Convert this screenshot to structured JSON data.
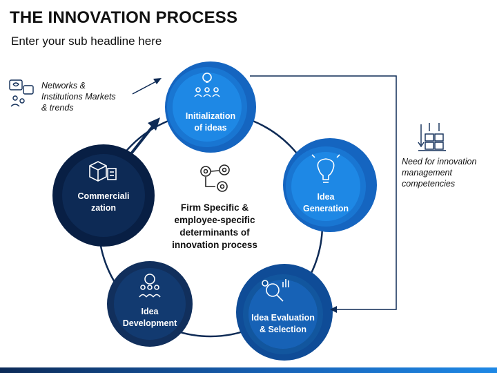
{
  "header": {
    "title": "THE INNOVATION PROCESS",
    "subtitle": "Enter your sub headline here"
  },
  "nodes": [
    {
      "id": "initialization",
      "line1": "Initialization",
      "line2": "of ideas",
      "icon": "team-idea-icon"
    },
    {
      "id": "generation",
      "line1": "Idea",
      "line2": "Generation",
      "icon": "brain-bulb-icon"
    },
    {
      "id": "evaluation",
      "line1": "Idea Evaluation",
      "line2": "& Selection",
      "icon": "magnifier-gear-icon"
    },
    {
      "id": "development",
      "line1": "Idea",
      "line2": "Development",
      "icon": "team-gear-icon"
    },
    {
      "id": "commercialization",
      "line1": "Commerciali",
      "line2": "zation",
      "icon": "box-checklist-icon"
    }
  ],
  "center": {
    "lines": [
      "Firm Specific &",
      "employee-specific",
      "determinants of",
      "innovation process"
    ],
    "icon": "gears-icon"
  },
  "notes": {
    "left": [
      "Networks &",
      "Institutions Markets",
      "& trends"
    ],
    "right": [
      "Need for innovation",
      "management",
      "competencies"
    ]
  },
  "colors": {
    "dark_navy": "#0d2a55",
    "mid_blue": "#1762b6",
    "light_blue": "#1e88e5"
  }
}
